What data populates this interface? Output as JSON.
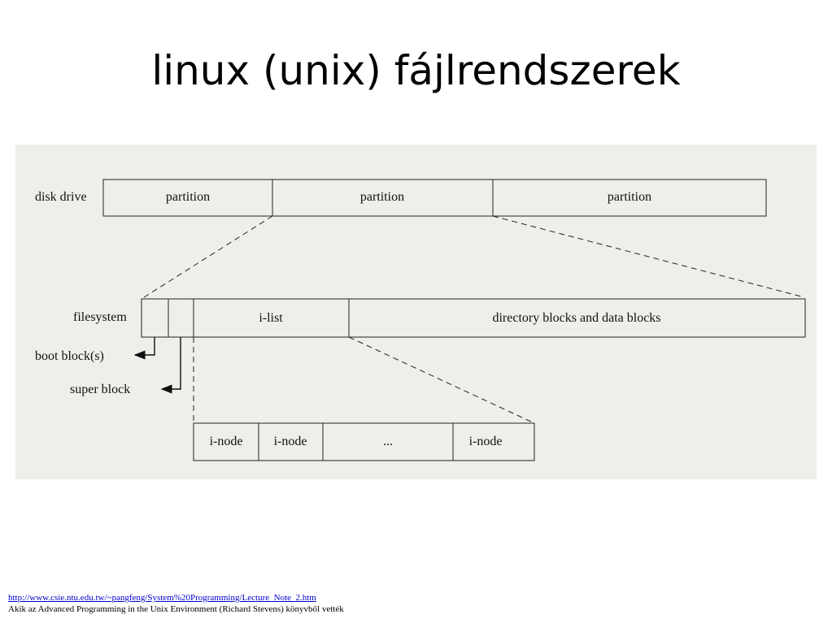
{
  "slide": {
    "title": "linux (unix) fájlrendszerek"
  },
  "diagram": {
    "disk_drive_label": "disk drive",
    "partitions": [
      "partition",
      "partition",
      "partition"
    ],
    "filesystem_label": "filesystem",
    "ilist_label": "i-list",
    "data_blocks_label": "directory blocks and data blocks",
    "boot_block_label": "boot block(s)",
    "super_block_label": "super block",
    "inodes": [
      "i-node",
      "i-node",
      "...",
      "i-node"
    ]
  },
  "footer": {
    "link_text": "http://www.csie.ntu.edu.tw/~pangfeng/System%20Programming/Lecture_Note_2.htm",
    "source_note": "Akik az Advanced Programming in the Unix Environment (Richard Stevens) könyvből vették"
  }
}
